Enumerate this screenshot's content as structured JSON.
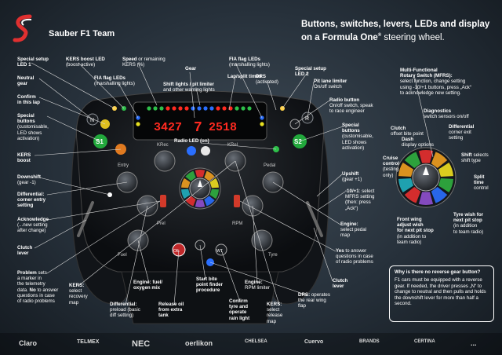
{
  "brand": {
    "name": "Sauber F1 Team"
  },
  "headline": {
    "line1": "Buttons, switches, levers, LEDs and display",
    "line2_bold": "on a Formula One",
    "line2_tail": " steering wheel.",
    "reg": "®"
  },
  "display": {
    "left": "3427",
    "right": "2518",
    "gear": "7"
  },
  "wheel_text": {
    "s1": "S1",
    "s2": "S2",
    "kers_boost": "KRec",
    "kers_right": "KRel",
    "entry": "Entry",
    "pedal": "Pedal",
    "pedal_small": "PEDAL",
    "prel": "Prel",
    "rpm": "RPM",
    "fuel": "Fuel",
    "tyre": "Tyre",
    "n": "N",
    "r": "R",
    "oil": "OIL",
    "wt": "WT"
  },
  "labels": {
    "special_led1": {
      "b": "Special setup",
      "t": "LED 1"
    },
    "kers_boost_led": {
      "b": "KERS boost LED",
      "t": "(boost active)"
    },
    "speed_kers": {
      "b": "Speed",
      "t1": " or remaining",
      "t2": "KERS (%)"
    },
    "fia_flag_left": {
      "b": "FIA flag LEDs",
      "t": "(marshalling lights)"
    },
    "gear": {
      "b": "Gear"
    },
    "lap_split": {
      "b": "Lap/split times"
    },
    "fia_flag_right": {
      "b": "FIA flag LEDs",
      "t": "(marshalling lights)"
    },
    "drs": {
      "b": "DRS",
      "t": "(activated)"
    },
    "special_led2": {
      "b": "Special setup",
      "t": "LED 2"
    },
    "shift_lights": {
      "b": "Shift lights / pit limiter",
      "t": "and other warning lights"
    },
    "neutral": {
      "b": "Neutral",
      "t": "gear"
    },
    "confirm_lap": {
      "b": "Confirm",
      "t": "in this lap"
    },
    "special_buttons_left": {
      "b": "Special",
      "t1": "buttons",
      "t2": "(customisable,",
      "t3": "LED shows",
      "t4": "activation)"
    },
    "kers_boost": {
      "b": "KERS",
      "t": "boost"
    },
    "downshift": {
      "b": "Downshift",
      "t": "(gear -1)"
    },
    "diff_entry": {
      "b": "Differential:",
      "t1": "corner entry",
      "t2": "setting"
    },
    "acknowledge": {
      "b": "Acknowledge",
      "t1": "(...new setting",
      "t2": "after change)"
    },
    "clutch_lever_left": {
      "b": "Clutch",
      "t": "lever"
    },
    "problem": {
      "b": "Problem",
      "t1": " sets",
      "t2": "a marker in",
      "t3": "the telemetry",
      "t4": "data. ",
      "t4b": "No",
      "t4c": " to answer",
      "t5": "questions in case",
      "t6": "of radio problems"
    },
    "pit_lane": {
      "b": "Pit lane limiter",
      "t": "On/off switch"
    },
    "radio_button": {
      "b": "Radio button",
      "t1": "On/off switch, speak",
      "t2": "to race engineer"
    },
    "special_buttons_right": {
      "b": "Special",
      "t1": "buttons",
      "t2": "(customisable,",
      "t3": "LED shows",
      "t4": "activation)"
    },
    "radio_led": {
      "b": "Radio LED (on)"
    },
    "upshift": {
      "b": "Upshift",
      "t": "(gear +1)"
    },
    "minus_plus": {
      "b": "-10/+1",
      "t1": ": select",
      "t2": "MFRS setting",
      "t3": "(then: press",
      "t4": "„Ack“)"
    },
    "engine_pedal": {
      "b": "Engine:",
      "t1": "select pedal",
      "t2": "map"
    },
    "yes": {
      "b": "Yes",
      "t1": " to answer",
      "t2": "questions in case",
      "t3": "of radio problems"
    },
    "clutch_lever_right": {
      "b": "Clutch",
      "t": "lever"
    },
    "kers_recovery": {
      "b": "KERS:",
      "t1": "select",
      "t2": "recovery",
      "t3": "map"
    },
    "diff_preload": {
      "b": "Differential:",
      "t1": "preload (basic",
      "t2": "diff setting)"
    },
    "engine_fuel": {
      "b": "Engine: fuel/",
      "b2": "oxygen mix"
    },
    "release_oil": {
      "b": "Release oil",
      "b2": "from extra",
      "b3": "tank"
    },
    "start_bite": {
      "b": "Start bite",
      "b2": "point finder",
      "b3": "procedure"
    },
    "confirm_tyre": {
      "b": "Confirm",
      "b2": "tyre and",
      "b3": "operate",
      "b4": "rain light"
    },
    "engine_rpm": {
      "b": "Engine:",
      "t": "RPM limiter"
    },
    "kers_release": {
      "b": "KERS:",
      "t1": "select",
      "t2": "release",
      "t3": "map"
    },
    "drs_operates": {
      "b": "DRS:",
      "t1": " operates",
      "t2": "the rear wing",
      "t3": "flap"
    }
  },
  "mfrs": {
    "title_b": "Multi-Functional",
    "title_b2": "Rotary Switch (MFRS):",
    "t1": "select function, change setting",
    "t2": "using -10/+1 buttons, press „Ack“",
    "t3": "to acknowledge new setting.",
    "diagnostics": {
      "b": "Diagnostics",
      "t": "switch sensors on/off"
    },
    "clutch": {
      "b": "Clutch",
      "t": "offset bite point"
    },
    "differential": {
      "b": "Differential",
      "t1": "corner exit",
      "t2": "setting"
    },
    "dash": {
      "b": "Dash",
      "t": "display options"
    },
    "cruise": {
      "b": "Cruise",
      "b2": "control",
      "t1": "(testing",
      "t2": "only)"
    },
    "shift_selects": {
      "b": "Shift",
      "t": " selects",
      "t2": "shift type"
    },
    "split_time": {
      "b": "Split",
      "b2": "time",
      "t": "control"
    },
    "front_wing": {
      "b": "Front wing",
      "b2": "adjust wish",
      "b3": "for next pit stop",
      "t1": "(in addition to",
      "t2": "team radio)"
    },
    "tyre_wish": {
      "b": "Tyre wish for",
      "b2": "next pit stop",
      "t1": "(in addition",
      "t2": "to team radio)"
    }
  },
  "info_box": {
    "title": "Why is there no reverse gear button?",
    "text": "F1 cars must be equipped with a reverse gear. If needed, the driver presses „N“ to change to neutral and then pulls and holds the downshift lever for more than half a second."
  },
  "sponsors": [
    "Claro",
    "TELMEX",
    "NEC",
    "oerlikon",
    "CHELSEA",
    "Cuervo",
    "BRANDS",
    "CERTINA",
    "..."
  ],
  "colors": {
    "accent_red": "#d8202a",
    "led_green": "#2ec04a",
    "led_red": "#ff2a20",
    "led_blue": "#2a6fff"
  }
}
